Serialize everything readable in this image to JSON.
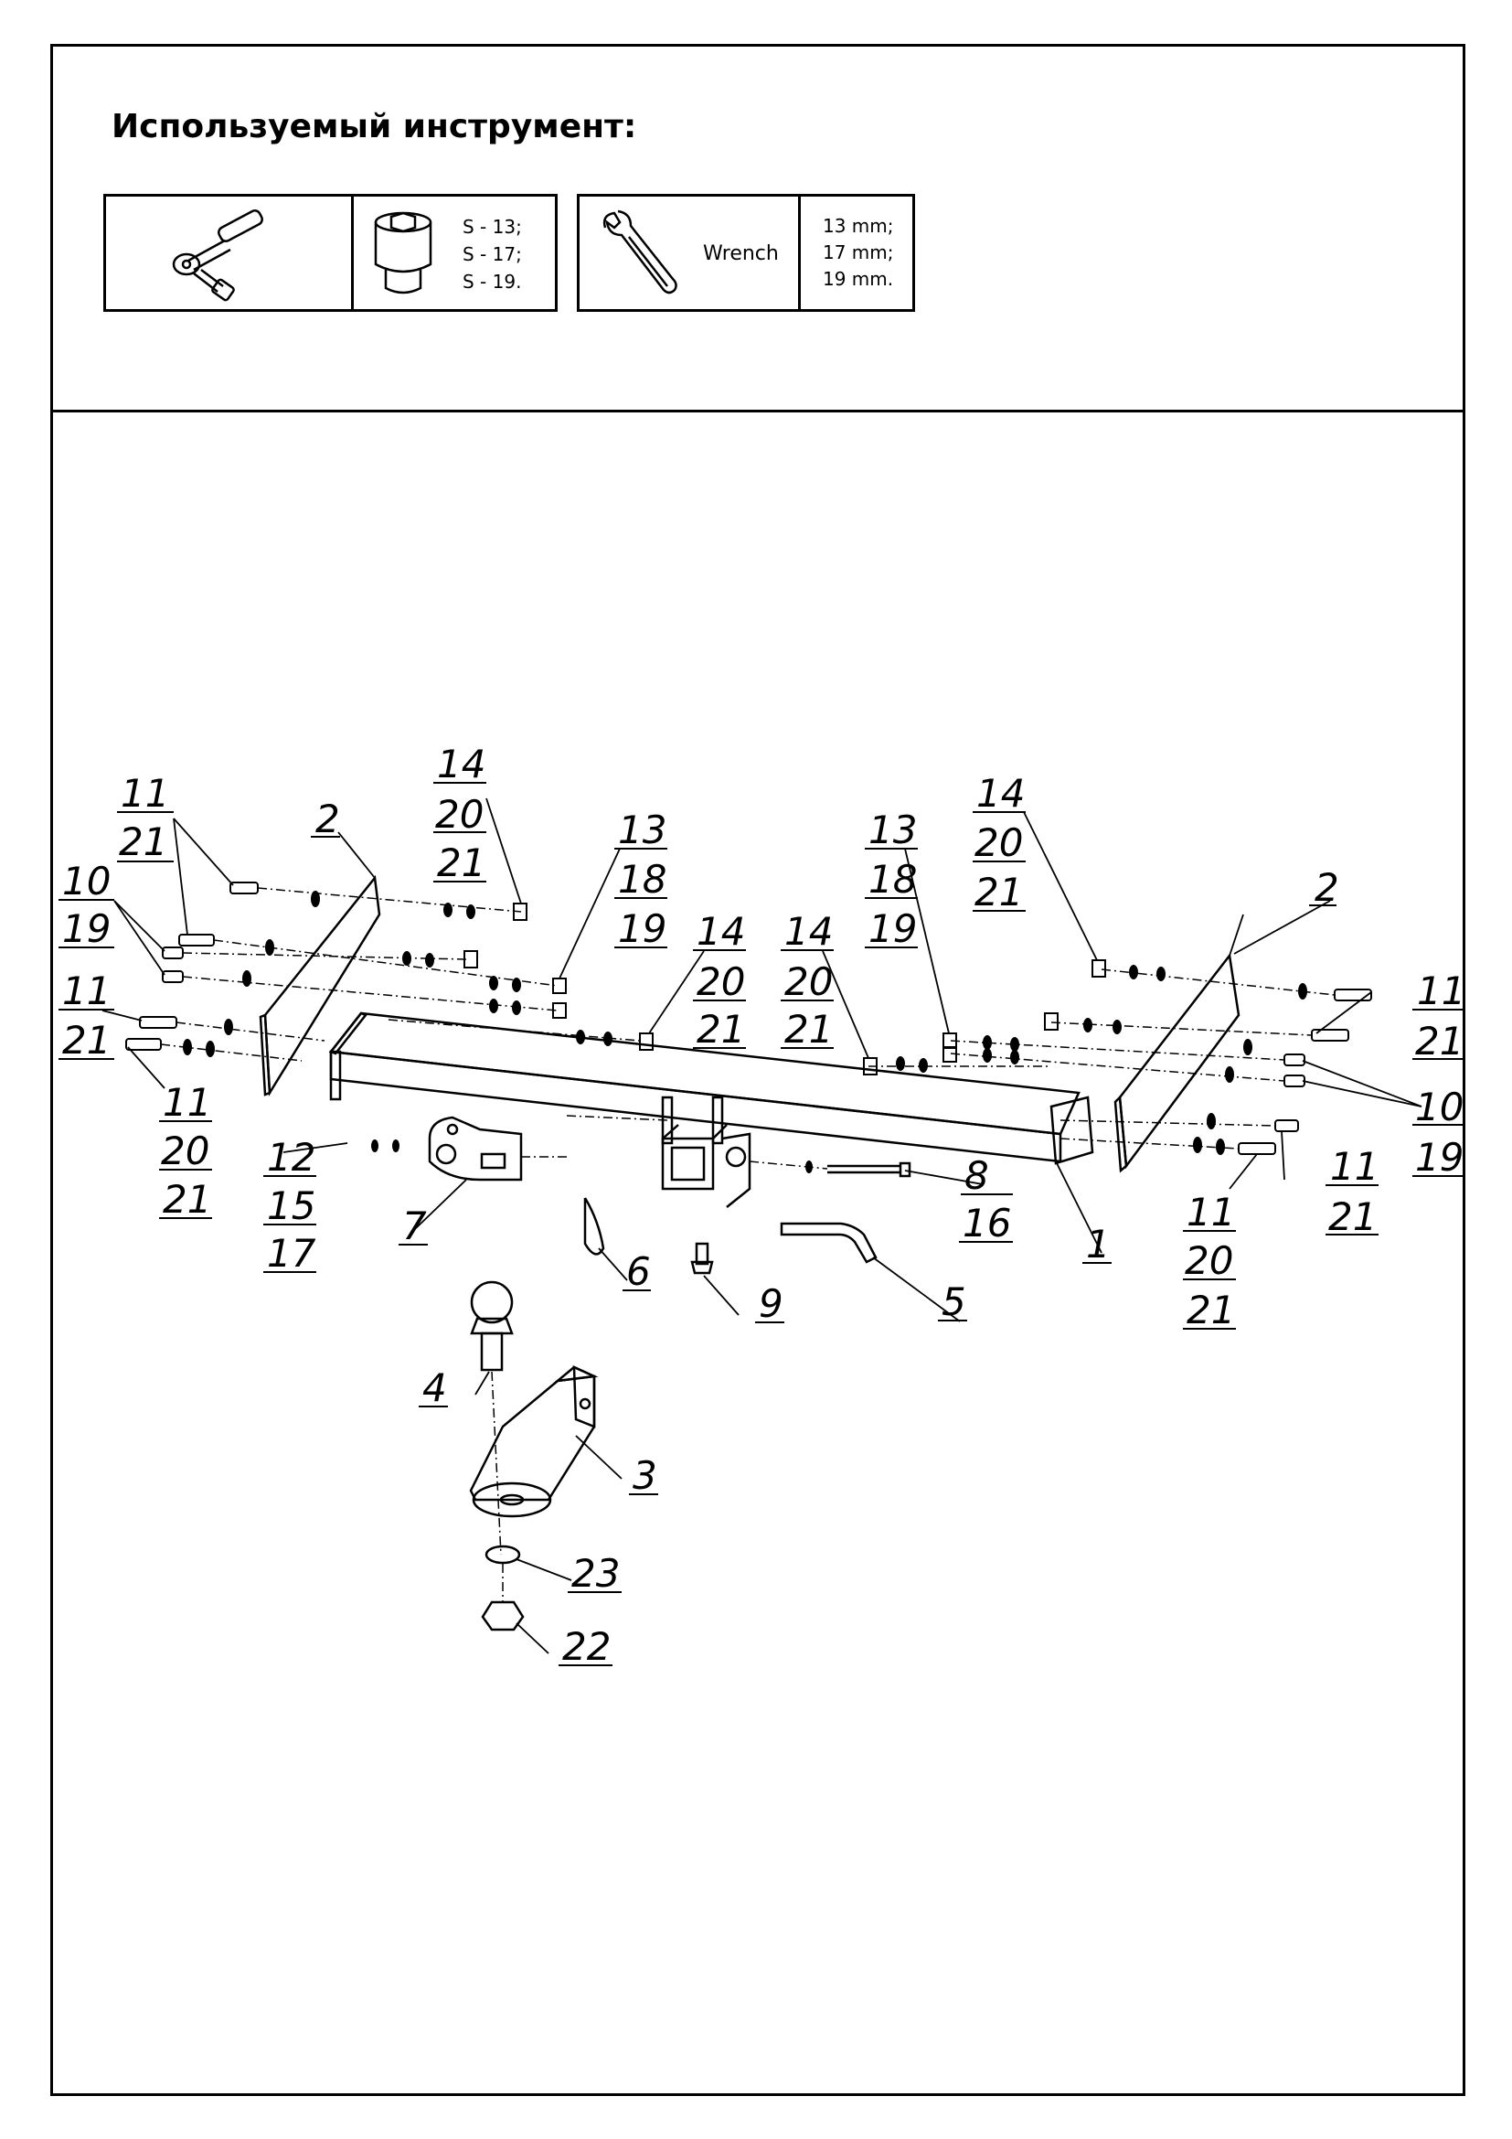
{
  "tools": {
    "title": "Используемый инструмент:",
    "socket_sizes": [
      "S - 13;",
      "S - 17;",
      "S - 19."
    ],
    "wrench_label": "Wrench",
    "wrench_sizes": [
      "13 mm;",
      "17 mm;",
      "19 mm."
    ]
  },
  "callouts": {
    "l_11_21_top": [
      "11",
      "21"
    ],
    "l_2_left": "2",
    "l_14_20_21_top": [
      "14",
      "20",
      "21"
    ],
    "l_10_19_left": [
      "10",
      "19"
    ],
    "l_11_21_mid": [
      "11",
      "21"
    ],
    "l_11_20_21_left": [
      "11",
      "20",
      "21"
    ],
    "l_13_18_19_left": [
      "13",
      "18",
      "19"
    ],
    "l_14_20_21_mid": [
      "14",
      "20",
      "21"
    ],
    "l_14_20_21_center": [
      "14",
      "20",
      "21"
    ],
    "l_13_18_19_right": [
      "13",
      "18",
      "19"
    ],
    "l_14_20_21_right": [
      "14",
      "20",
      "21"
    ],
    "l_2_right": "2",
    "l_11_21_right": [
      "11",
      "21"
    ],
    "l_10_19_right": [
      "10",
      "19"
    ],
    "l_11_21_right_low": [
      "11",
      "21"
    ],
    "l_11_20_21_right": [
      "11",
      "20",
      "21"
    ],
    "l_12_15_17": [
      "12",
      "15",
      "17"
    ],
    "l_7": "7",
    "l_6": "6",
    "l_9": "9",
    "l_5": "5",
    "l_8_16": [
      "8",
      "16"
    ],
    "l_1": "1",
    "l_4": "4",
    "l_3": "3",
    "l_23": "23",
    "l_22": "22"
  },
  "icons": [
    "ratchet-icon",
    "socket-icon",
    "wrench-icon"
  ]
}
